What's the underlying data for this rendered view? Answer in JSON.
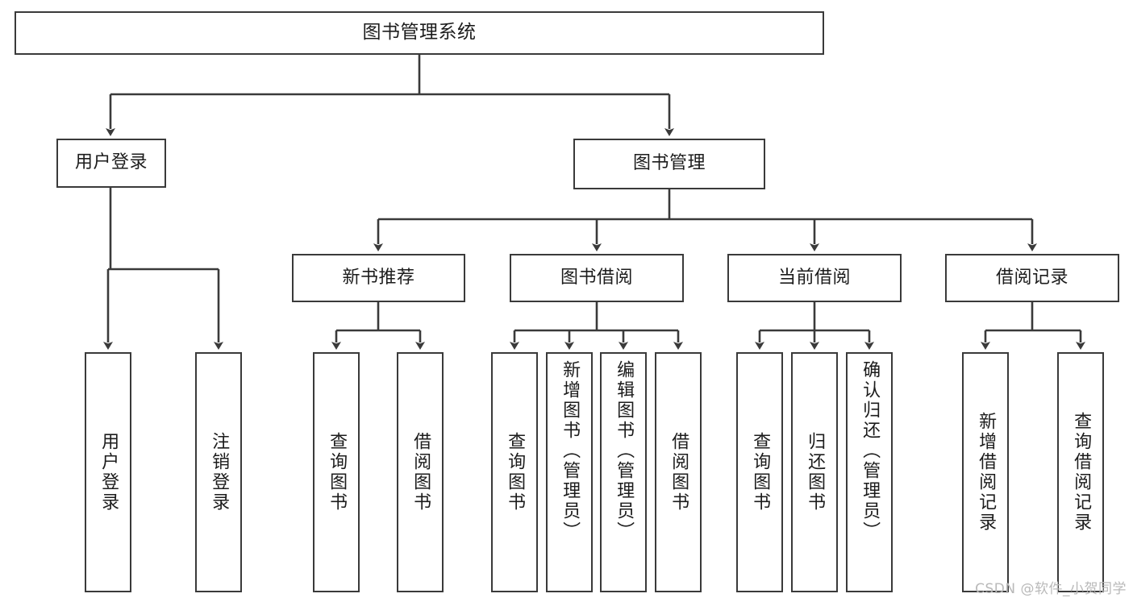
{
  "diagram": {
    "title": "图书管理系统",
    "type": "tree-hierarchy-diagram",
    "colors": {
      "box_border": "#3a3a3a",
      "box_fill": "#ffffff",
      "connector": "#3a3a3a",
      "text": "#1c1c1c",
      "watermark": "#b9b9b9"
    }
  },
  "root": {
    "label": "图书管理系统"
  },
  "level2": [
    {
      "label": "用户登录"
    },
    {
      "label": "图书管理"
    }
  ],
  "level3": [
    {
      "label": "新书推荐"
    },
    {
      "label": "图书借阅"
    },
    {
      "label": "当前借阅"
    },
    {
      "label": "借阅记录"
    }
  ],
  "leaves": {
    "user_login": [
      {
        "label": "用户登录"
      },
      {
        "label": "注销登录"
      }
    ],
    "new_book_recommend": [
      {
        "label": "查询图书"
      },
      {
        "label": "借阅图书"
      }
    ],
    "book_borrow": [
      {
        "label": "查询图书"
      },
      {
        "label": "新增图书（管理员）"
      },
      {
        "label": "编辑图书（管理员）"
      },
      {
        "label": "借阅图书"
      }
    ],
    "current_borrow": [
      {
        "label": "查询图书"
      },
      {
        "label": "归还图书"
      },
      {
        "label": "确认归还（管理员）"
      }
    ],
    "borrow_record": [
      {
        "label": "新增借阅记录"
      },
      {
        "label": "查询借阅记录"
      }
    ]
  },
  "watermark": {
    "text": "CSDN @软件_小贺同学"
  }
}
